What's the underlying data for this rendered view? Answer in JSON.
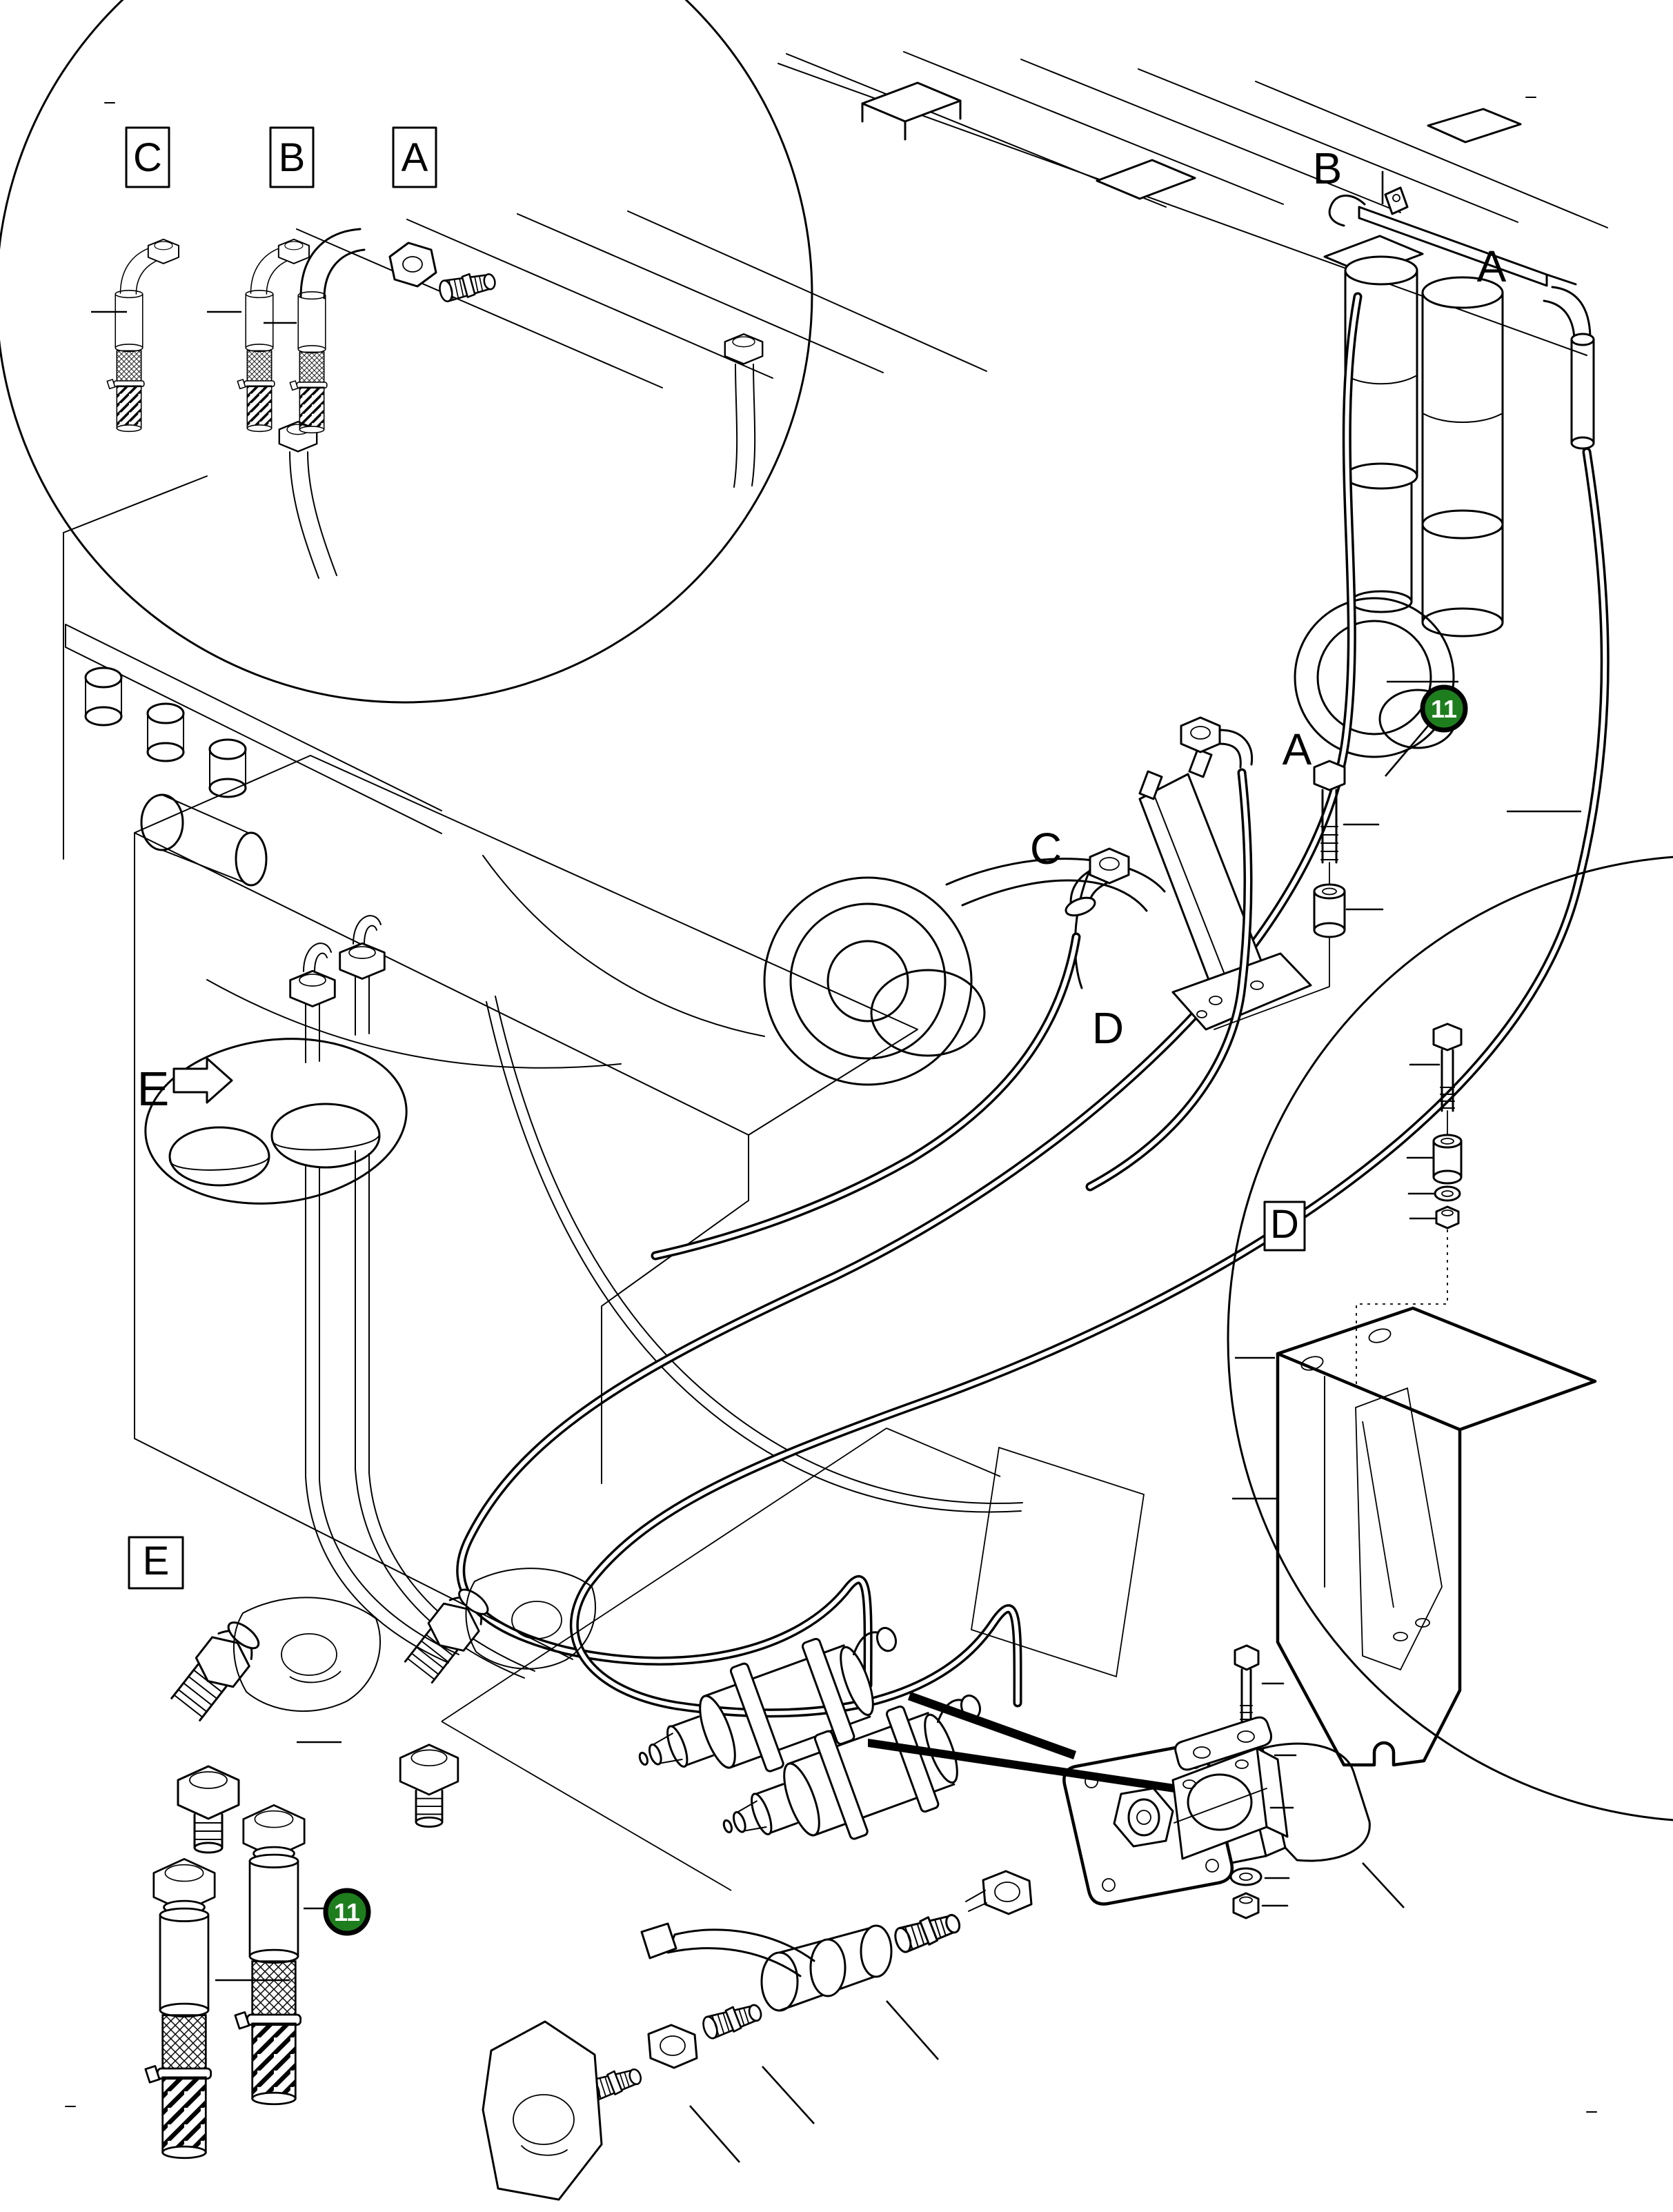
{
  "diagram": {
    "type": "exploded-parts-diagram",
    "colors": {
      "background": "#ffffff",
      "line": "#000000",
      "badge_fill": "#1e7e1e",
      "badge_ring": "#000000",
      "badge_text": "#ffffff"
    },
    "callouts": {
      "boxed": {
        "c": "C",
        "b": "B",
        "a": "A",
        "e": "E",
        "d": "D"
      },
      "plain": {
        "top_b": "B",
        "top_a": "A",
        "mid_a": "A",
        "mid_c": "C",
        "mid_d": "D",
        "view_e": "E"
      },
      "badges": {
        "hose_right": "11",
        "hose_bottom": "11"
      }
    }
  }
}
